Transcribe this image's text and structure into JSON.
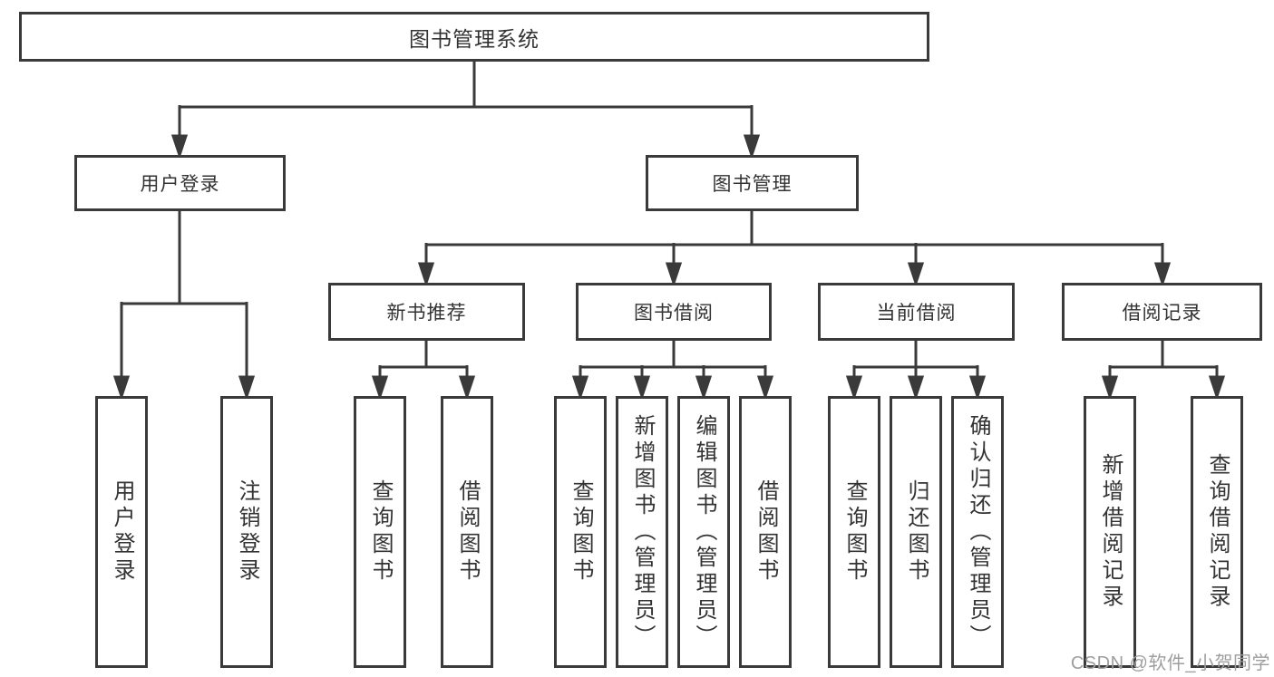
{
  "diagram_title": "图书管理系统",
  "tree": {
    "label": "图书管理系统",
    "children": [
      {
        "label": "用户登录",
        "children": [
          {
            "label": "用户登录"
          },
          {
            "label": "注销登录"
          }
        ]
      },
      {
        "label": "图书管理",
        "children": [
          {
            "label": "新书推荐",
            "children": [
              {
                "label": "查询图书"
              },
              {
                "label": "借阅图书"
              }
            ]
          },
          {
            "label": "图书借阅",
            "children": [
              {
                "label": "查询图书"
              },
              {
                "label": "新增图书（管理员）"
              },
              {
                "label": "编辑图书（管理员）"
              },
              {
                "label": "借阅图书"
              }
            ]
          },
          {
            "label": "当前借阅",
            "children": [
              {
                "label": "查询图书"
              },
              {
                "label": "归还图书"
              },
              {
                "label": "确认归还（管理员）"
              }
            ]
          },
          {
            "label": "借阅记录",
            "children": [
              {
                "label": "新增借阅记录"
              },
              {
                "label": "查询借阅记录"
              }
            ]
          }
        ]
      }
    ]
  },
  "watermark": {
    "text": "CSDN @软件_小贺同学"
  },
  "colors": {
    "line": "#3a3a3a",
    "box_border": "#3a3a3a",
    "text": "#333333",
    "watermark": "#9e9e9e",
    "background": "#ffffff"
  }
}
